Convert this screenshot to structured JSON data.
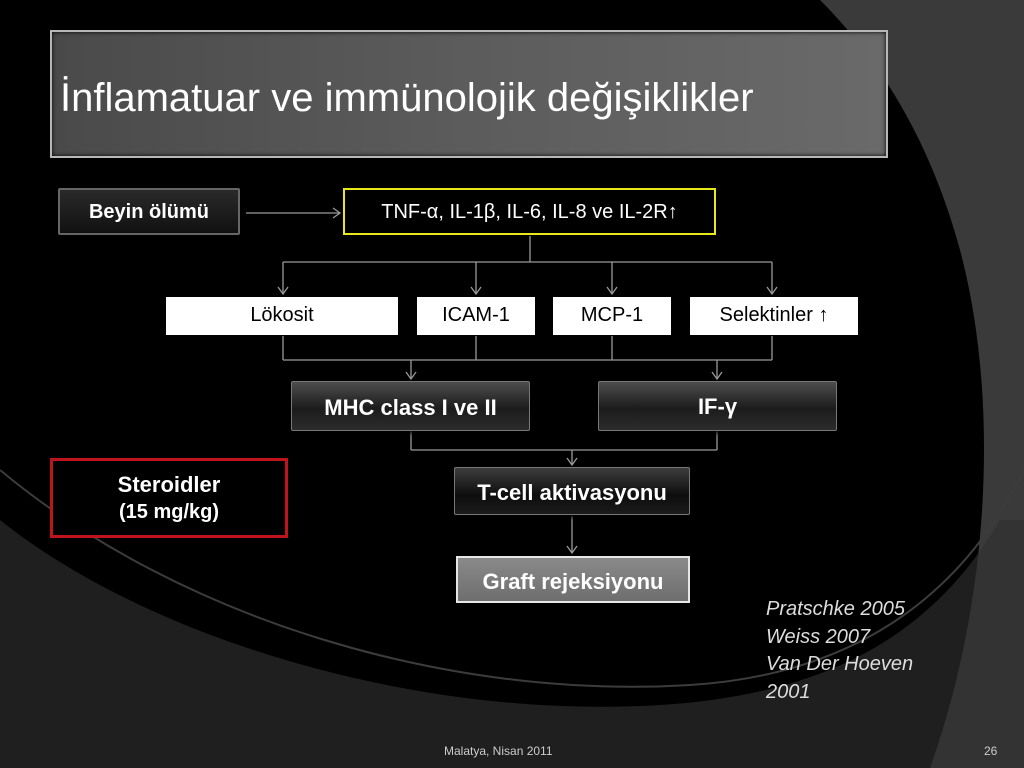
{
  "slide": {
    "title": "İnflamatuar ve immünolojik değişiklikler",
    "footer": "Malatya, Nisan 2011",
    "page_number": "26"
  },
  "diagram": {
    "source": "Beyin ölümü",
    "cytokines": "TNF-α, IL-1β, IL-6, IL-8 ve IL-2R↑",
    "markers": [
      "Lökosit",
      "ICAM-1",
      "MCP-1",
      "Selektinler ↑"
    ],
    "mhc": "MHC class I ve II",
    "ifg": "IF-γ",
    "tcell": "T-cell aktivasyonu",
    "graft": "Graft rejeksiyonu",
    "steroid_label": "Steroidler",
    "steroid_dose": "(15 mg/kg)"
  },
  "references": [
    "Pratschke 2005",
    "Weiss 2007",
    "Van Der Hoeven",
    "2001"
  ],
  "colors": {
    "highlight_border": "#e8e81c",
    "steroid_border": "#c0141c"
  }
}
